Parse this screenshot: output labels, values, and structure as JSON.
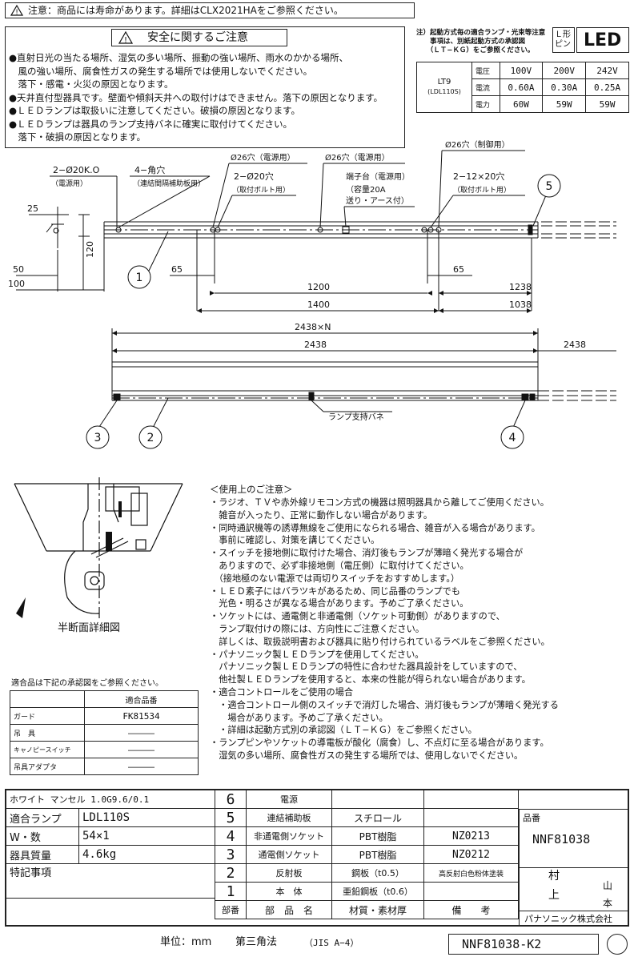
{
  "top_note": "注意：商品には寿命があります。詳細はCLX2021HAをご参照ください。",
  "safety": {
    "title": "安全に関するご注意",
    "lines": [
      "●直射日光の当たる場所、湿気の多い場所、振動の強い場所、雨水のかかる場所、",
      "　風の強い場所、腐食性ガスの発生する場所では使用しないでください。",
      "　落下・感電・火災の原因となります。",
      "●天井直付型器具です。壁面や傾斜天井への取付けはできません。落下の原因となります。",
      "●ＬＥＤランプは取扱いに注意してください。破損の原因となります。",
      "●ＬＥＤランプは器具のランプ支持バネに確実に取付けてください。",
      "　落下・破損の原因となります。"
    ]
  },
  "lamp_note": {
    "lines": [
      "注）起動方式毎の適合ランプ・光束等注意",
      "　　事項は、別紙起動方式の承認図",
      "　　（ＬＴ−ＫＧ）をご参照ください。"
    ],
    "type_label": "Ｌ形\nピン",
    "led": "LED"
  },
  "elec_table": {
    "model": "LT9",
    "model_sub": "(LDL110S)",
    "rows": [
      {
        "label": "電圧",
        "v1": "100V",
        "v2": "200V",
        "v3": "242V"
      },
      {
        "label": "電流",
        "v1": "0.60A",
        "v2": "0.30A",
        "v3": "0.25A"
      },
      {
        "label": "電力",
        "v1": "60W",
        "v2": "59W",
        "v3": "59W"
      }
    ]
  },
  "drawing1": {
    "labels": {
      "hole_20k": "2−Ø20K.O",
      "hole_20k_sub": "（電源用）",
      "square_hole": "4−角穴",
      "square_hole_sub": "（連結間隔補助板用）",
      "hole26a": "Ø26穴（電源用）",
      "hole20": "2−Ø20穴",
      "hole20_sub": "（取付ボルト用）",
      "hole26b": "Ø26穴（電源用）",
      "terminal": "端子台（電源用）",
      "terminal_sub1": "（容量20A",
      "terminal_sub2": "送り・アース付）",
      "hole26c": "Ø26穴（制御用）",
      "slot": "2−12×20穴",
      "slot_sub": "（取付ボルト用）"
    },
    "dims": {
      "d25": "25",
      "d50": "50",
      "d100": "100",
      "d120": "120",
      "d65a": "65",
      "d65b": "65",
      "d1200": "1200",
      "d1238": "1238",
      "d1400": "1400",
      "d1038": "1038"
    },
    "callouts": [
      "1",
      "5"
    ]
  },
  "drawing2": {
    "dim_total": "2438×N",
    "dim_a": "2438",
    "dim_b": "2438",
    "spring_label": "ランプ支持バネ",
    "callouts": [
      "3",
      "2",
      "4"
    ]
  },
  "section_label": "半断面詳細図",
  "usage": {
    "title": "＜使用上のご注意＞",
    "lines": [
      "・ラジオ、ＴＶや赤外線リモコン方式の機器は照明器具から離してご使用ください。",
      "　雑音が入ったり、正常に動作しない場合があります。",
      "・同時通訳機等の誘導無線をご使用になられる場合、雑音が入る場合があります。",
      "　事前に確認し、対策を講じてください。",
      "・スイッチを接地側に取付けた場合、消灯後もランプが薄暗く発光する場合が",
      "　ありますので、必ず非接地側（電圧側）に取付けてください。",
      "　（接地極のない電源では両切りスイッチをおすすめします。）",
      "・ＬＥＤ素子にはバラツキがあるため、同じ品番のランプでも",
      "　光色・明るさが異なる場合があります。予めご了承ください。",
      "・ソケットには、通電側と非通電側（ソケット可動側）がありますので、",
      "　ランプ取付けの際には、方向性にご注意ください。",
      "　詳しくは、取扱説明書および器具に貼り付けられているラベルをご参照ください。",
      "・パナソニック製ＬＥＤランプを使用してください。",
      "　パナソニック製ＬＥＤランプの特性に合わせた器具設計をしていますので、",
      "　他社製ＬＥＤランプを使用すると、本来の性能が得られない場合があります。",
      "・適合コントロールをご使用の場合",
      "　・適合コントロール側のスイッチで消灯した場合、消灯後もランプが薄暗く発光する",
      "　　場合があります。予めご了承ください。",
      "　・詳細は起動方式別の承認図（ＬＴ−ＫＧ）をご参照ください。",
      "・ランプピンやソケットの導電板が酸化（腐食）し、不点灯に至る場合があります。",
      "　湿気の多い場所、腐食性ガスの発生する場所では、使用しないでください。"
    ]
  },
  "compat": {
    "title": "適合品は下記の承認図をご参照ください。",
    "header": "適合品番",
    "rows": [
      {
        "name": "ガード",
        "value": "FK81534"
      },
      {
        "name": "吊　具",
        "value": "―――"
      },
      {
        "name": "キャノピースイッチ",
        "value": "―――"
      },
      {
        "name": "吊具アダプタ",
        "value": "―――"
      }
    ]
  },
  "parts": {
    "left_rows": [
      {
        "k": "ホワイト マンセル 1.0G9.6/0.1",
        "v": ""
      },
      {
        "k": "適合ランプ",
        "v": "LDL110S"
      },
      {
        "k": "W・数",
        "v": "54×1"
      },
      {
        "k": "器具質量",
        "v": "4.6kg"
      },
      {
        "k": "特記事項",
        "v": ""
      }
    ],
    "items": [
      {
        "no": "6",
        "name": "電源",
        "mat": "",
        "note": ""
      },
      {
        "no": "5",
        "name": "連結補助板",
        "mat": "スチロール",
        "note": ""
      },
      {
        "no": "4",
        "name": "非通電側ソケット",
        "mat": "PBT樹脂",
        "note": "NZ0213"
      },
      {
        "no": "3",
        "name": "通電側ソケット",
        "mat": "PBT樹脂",
        "note": "NZ0212"
      },
      {
        "no": "2",
        "name": "反射板",
        "mat": "鋼板（t0.5）",
        "note": "高反射白色粉体塗装"
      },
      {
        "no": "1",
        "name": "本　体",
        "mat": "亜鉛鋼板（t0.6）",
        "note": ""
      }
    ],
    "header": {
      "no": "部番",
      "name": "部　品　名",
      "mat": "材質・素材厚",
      "note": "備　　考"
    },
    "product_label": "品番",
    "product_no": "NNF81038",
    "checker1": "村",
    "checker1b": "山",
    "checker2": "上",
    "checker2b": "本",
    "company": "パナソニック株式会社"
  },
  "footer": {
    "unit": "単位：mm",
    "projection": "第三角法",
    "size": "（JIS A−4）",
    "drawing_no": "NNF81038-K2"
  }
}
